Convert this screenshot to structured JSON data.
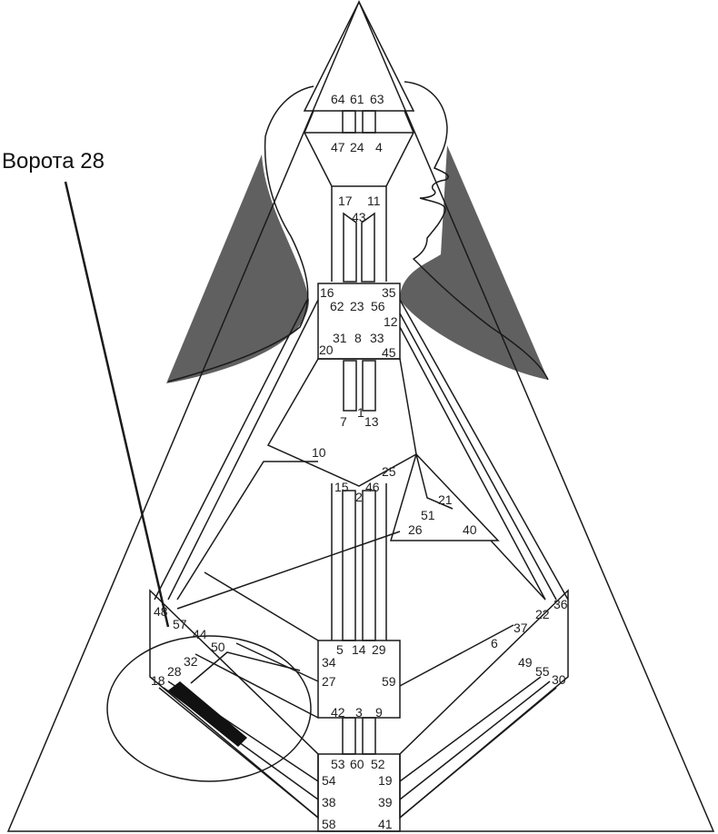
{
  "callout": {
    "label": "Ворота 28"
  },
  "colors": {
    "line": "#1a1a1a",
    "shade": "#606060",
    "highlight": "#111111",
    "bg": "#ffffff"
  },
  "gates": {
    "g64": "64",
    "g61": "61",
    "g63": "63",
    "g47": "47",
    "g24": "24",
    "g4": "4",
    "g17": "17",
    "g43": "43",
    "g11": "11",
    "g16": "16",
    "g35": "35",
    "g62": "62",
    "g23": "23",
    "g56": "56",
    "g12": "12",
    "g20": "20",
    "g31": "31",
    "g8": "8",
    "g33": "33",
    "g45": "45",
    "g7": "7",
    "g1": "1",
    "g13": "13",
    "g10": "10",
    "g25": "25",
    "g15": "15",
    "g2": "2",
    "g46": "46",
    "g21": "21",
    "g51": "51",
    "g26": "26",
    "g40": "40",
    "g48": "48",
    "g57": "57",
    "g44": "44",
    "g50": "50",
    "g32": "32",
    "g28": "28",
    "g18": "18",
    "g34": "34",
    "g5": "5",
    "g14": "14",
    "g29": "29",
    "g27": "27",
    "g59": "59",
    "g36": "36",
    "g22": "22",
    "g37": "37",
    "g6": "6",
    "g49": "49",
    "g55": "55",
    "g30": "30",
    "g42": "42",
    "g3": "3",
    "g9": "9",
    "g53": "53",
    "g60": "60",
    "g52": "52",
    "g54": "54",
    "g19": "19",
    "g38": "38",
    "g39": "39",
    "g58": "58",
    "g41": "41"
  }
}
